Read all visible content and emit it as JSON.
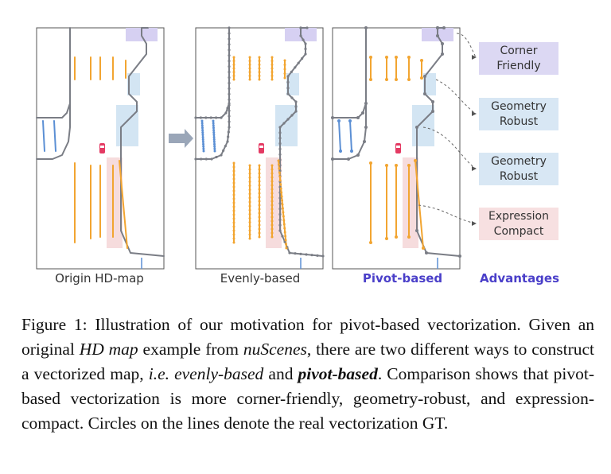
{
  "figure": {
    "panel_labels": [
      "Origin HD-map",
      "Evenly-based",
      "Pivot-based",
      "Advantages"
    ],
    "advantages": [
      {
        "text": "Corner\nFriendly",
        "color": "#dcd8f3"
      },
      {
        "text": "Geometry\nRobust",
        "color": "#d8e7f4"
      },
      {
        "text": "Geometry\nRobust",
        "color": "#d8e7f4"
      },
      {
        "text": "Expression\nCompact",
        "color": "#f7e0e1"
      }
    ],
    "colors": {
      "boundary": "#7a7d85",
      "divider": "#f2a531",
      "crossing": "#5b8fd4",
      "car": "#e43a63",
      "pivot_label": "#4a3fc9",
      "highlight_purple": "#d6d0f2",
      "highlight_blue": "#d3e5f3",
      "highlight_pink": "#f6dcdd"
    }
  },
  "caption": {
    "figure_label": "Figure 1:",
    "s1": " Illustration of our motivation for pivot-based vectorization. Given an original ",
    "hd_map": "HD map",
    "s2": " example from ",
    "nuscenes": "nuScenes",
    "s3": ", there are two different ways to construct a vectorized map, ",
    "ie": "i.e.",
    "s4": " ",
    "evenly": "evenly-based",
    "s5": " and ",
    "pivot": "pivot-based",
    "s6": ". Comparison shows that pivot-based vectorization is more corner-friendly, geometry-robust, and expression-compact. Circles on the lines denote the real vectorization GT."
  }
}
